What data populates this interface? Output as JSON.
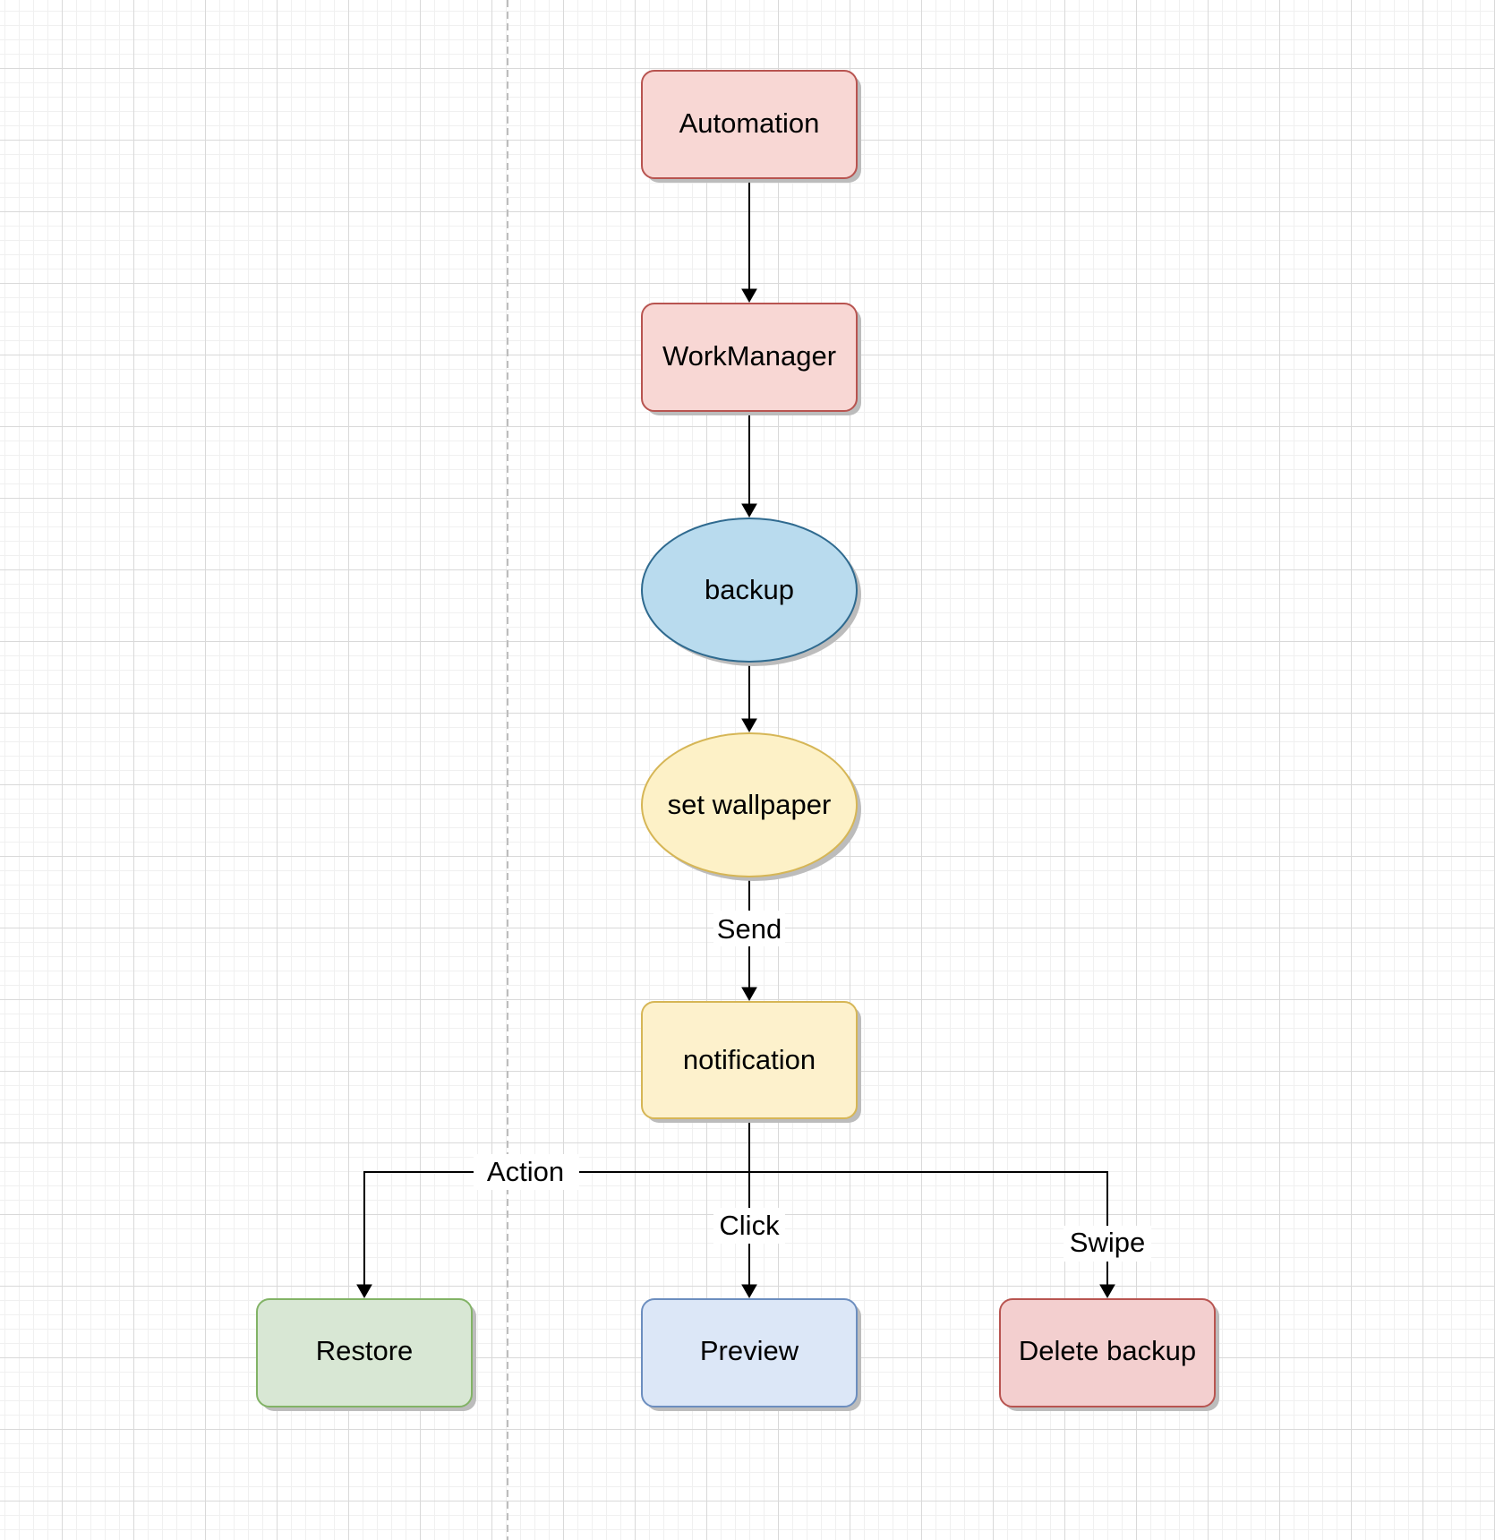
{
  "diagram": {
    "nodes": {
      "automation": {
        "label": "Automation",
        "shape": "rounded-rect",
        "fill": "#f8d7d4",
        "stroke": "#b85450"
      },
      "workmanager": {
        "label": "WorkManager",
        "shape": "rounded-rect",
        "fill": "#f8d7d4",
        "stroke": "#b85450"
      },
      "backup": {
        "label": "backup",
        "shape": "ellipse",
        "fill": "#b9dbee",
        "stroke": "#2f6a8f"
      },
      "set_wallpaper": {
        "label": "set wallpaper",
        "shape": "ellipse",
        "fill": "#fdf1c7",
        "stroke": "#d6b656"
      },
      "notification": {
        "label": "notification",
        "shape": "rounded-rect",
        "fill": "#fdf1cc",
        "stroke": "#d6b656"
      },
      "restore": {
        "label": "Restore",
        "shape": "rounded-rect",
        "fill": "#d8e7d4",
        "stroke": "#82b366"
      },
      "preview": {
        "label": "Preview",
        "shape": "rounded-rect",
        "fill": "#dce7f7",
        "stroke": "#6c8ebf"
      },
      "delete_backup": {
        "label": "Delete backup",
        "shape": "rounded-rect",
        "fill": "#f3cfcf",
        "stroke": "#b85450"
      }
    },
    "edges": {
      "automation_to_workmanager": {
        "from": "Automation",
        "to": "WorkManager",
        "label": ""
      },
      "workmanager_to_backup": {
        "from": "WorkManager",
        "to": "backup",
        "label": ""
      },
      "backup_to_set_wallpaper": {
        "from": "backup",
        "to": "set wallpaper",
        "label": ""
      },
      "set_wallpaper_to_notification": {
        "from": "set wallpaper",
        "to": "notification",
        "label": "Send"
      },
      "notification_to_restore": {
        "from": "notification",
        "to": "Restore",
        "label": "Action"
      },
      "notification_to_preview": {
        "from": "notification",
        "to": "Preview",
        "label": "Click"
      },
      "notification_to_delete_backup": {
        "from": "notification",
        "to": "Delete backup",
        "label": "Swipe"
      }
    },
    "colors": {
      "grid_major": "#d9d9d9",
      "grid_minor": "#f0f0f0",
      "divider": "#bdbdbd",
      "edge": "#000000",
      "shadow": "#bcbcbc"
    }
  }
}
